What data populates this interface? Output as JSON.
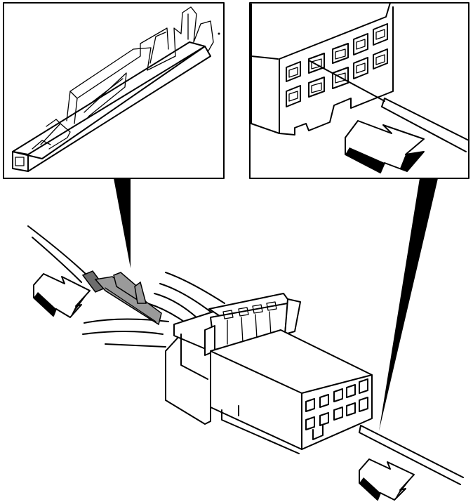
{
  "figure": {
    "callouts": [
      {
        "id": "terminal-detail"
      },
      {
        "id": "release-tool-detail"
      }
    ],
    "arrows": [
      {
        "id": "insert-terminal",
        "direction": "right"
      },
      {
        "id": "insert-release-tool-detail",
        "direction": "right"
      },
      {
        "id": "insert-release-tool",
        "direction": "right"
      }
    ],
    "colors": {
      "line": "#000000",
      "background": "#ffffff",
      "terminal_shade": "#9a9a9a"
    }
  }
}
